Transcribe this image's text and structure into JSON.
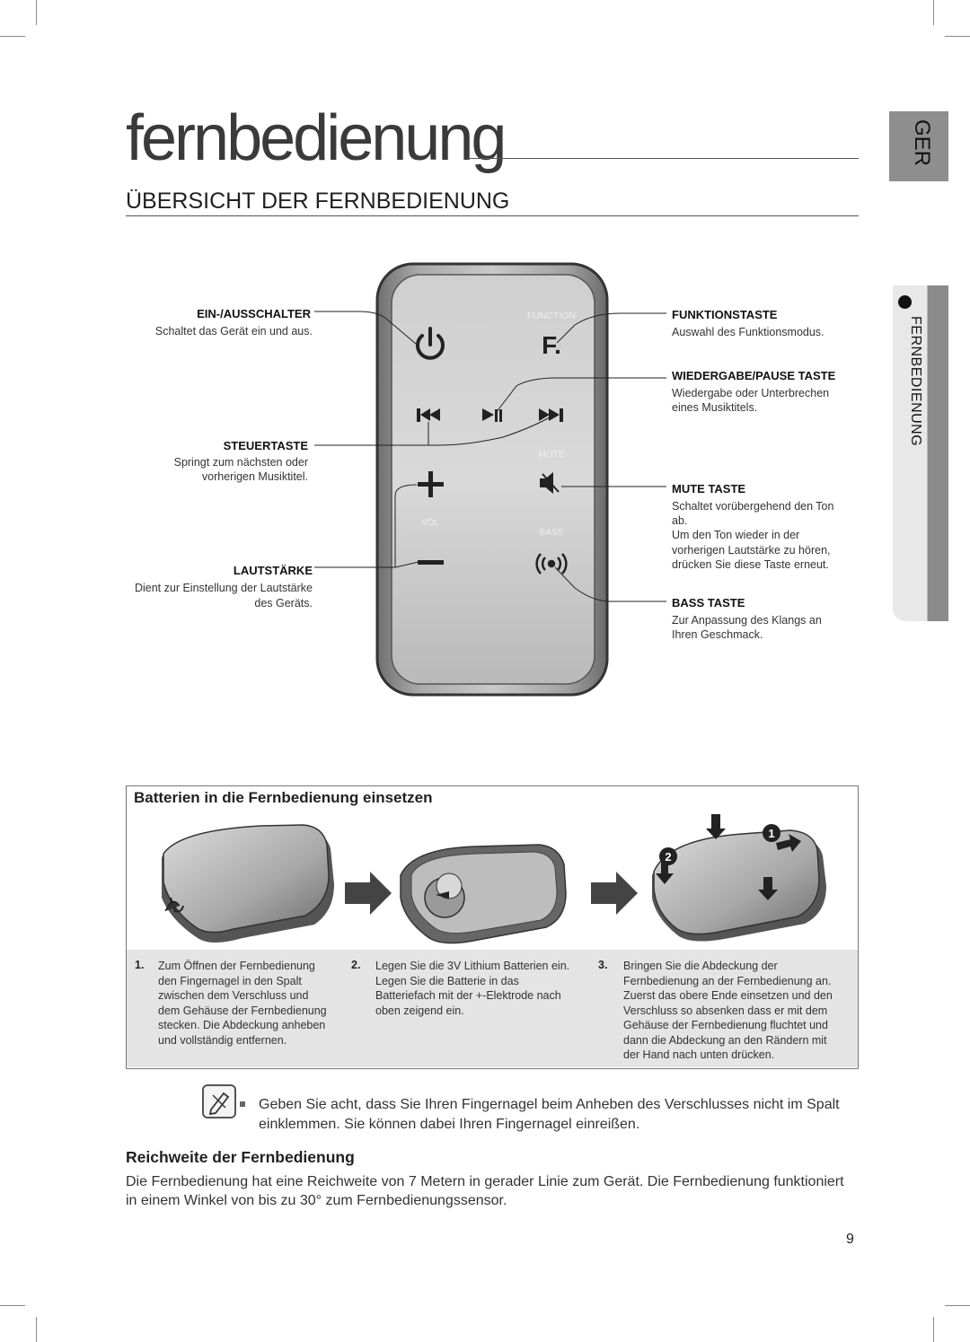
{
  "page": {
    "title": "fernbedienung",
    "section_heading": "ÜBERSICHT DER FERNBEDIENUNG",
    "lang_tab": "GER",
    "side_tab": "FERNBEDIENUNG",
    "page_number": "9"
  },
  "remote": {
    "labels": {
      "function": "FUNCTION",
      "mute": "MUTE",
      "vol": "VOL",
      "bass": "BASS"
    },
    "callouts": {
      "power": {
        "heading": "EIN-/AUSSCHALTER",
        "text": "Schaltet das Gerät ein und aus."
      },
      "control": {
        "heading": "STEUERTASTE",
        "text1": "Springt zum nächsten oder",
        "text2": "vorherigen Musiktitel."
      },
      "volume": {
        "heading": "LAUTSTÄRKE",
        "text1": "Dient zur Einstellung der Lautstärke",
        "text2": "des Geräts."
      },
      "function": {
        "heading": "FUNKTIONSTASTE",
        "text": "Auswahl des Funktionsmodus."
      },
      "playpause": {
        "heading": "WIEDERGABE/PAUSE TASTE",
        "text1": "Wiedergabe oder Unterbrechen",
        "text2": "eines Musiktitels."
      },
      "mute": {
        "heading": "MUTE TASTE",
        "text1": "Schaltet vorübergehend den Ton",
        "text2": "ab.",
        "text3": "Um den Ton wieder in der",
        "text4": "vorherigen Lautstärke zu hören,",
        "text5": "drücken Sie diese Taste erneut."
      },
      "bass": {
        "heading": "BASS TASTE",
        "text1": "Zur Anpassung des Klangs an",
        "text2": "Ihren Geschmack."
      }
    }
  },
  "battery": {
    "heading": "Batterien in die Fernbedienung einsetzen",
    "steps": [
      {
        "num": "1.",
        "lines": [
          "Zum Öffnen der Fernbedienung",
          "den Fingernagel in den Spalt",
          "zwischen dem Verschluss und",
          "dem Gehäuse der Fernbedienung",
          "stecken. Die Abdeckung anheben",
          "und vollständig entfernen."
        ]
      },
      {
        "num": "2.",
        "lines": [
          "Legen Sie die 3V Lithium Batterien ein.",
          "Legen Sie die Batterie in das",
          "Batteriefach mit der +-Elektrode nach",
          "oben zeigend ein."
        ]
      },
      {
        "num": "3.",
        "lines": [
          "Bringen Sie die Abdeckung der",
          "Fernbedienung an der Fernbedienung an.",
          "Zuerst das obere Ende einsetzen und den",
          "Verschluss so absenken dass er mit dem",
          "Gehäuse der Fernbedienung fluchtet und",
          "dann die Abdeckung an den Rändern mit",
          "der Hand nach unten drücken."
        ]
      }
    ],
    "badge1": "1",
    "badge2": "2"
  },
  "note": {
    "line1": "Geben Sie acht, dass Sie Ihren Fingernagel beim Anheben des Verschlusses nicht im Spalt",
    "line2": "einklemmen. Sie können dabei Ihren Fingernagel einreißen."
  },
  "range": {
    "heading": "Reichweite der Fernbedienung",
    "line1": "Die Fernbedienung hat eine Reichweite von 7 Metern in gerader Linie zum Gerät. Die Fernbedienung funktioniert",
    "line2": "in einem Winkel von bis zu 30° zum Fernbedienungssensor."
  }
}
